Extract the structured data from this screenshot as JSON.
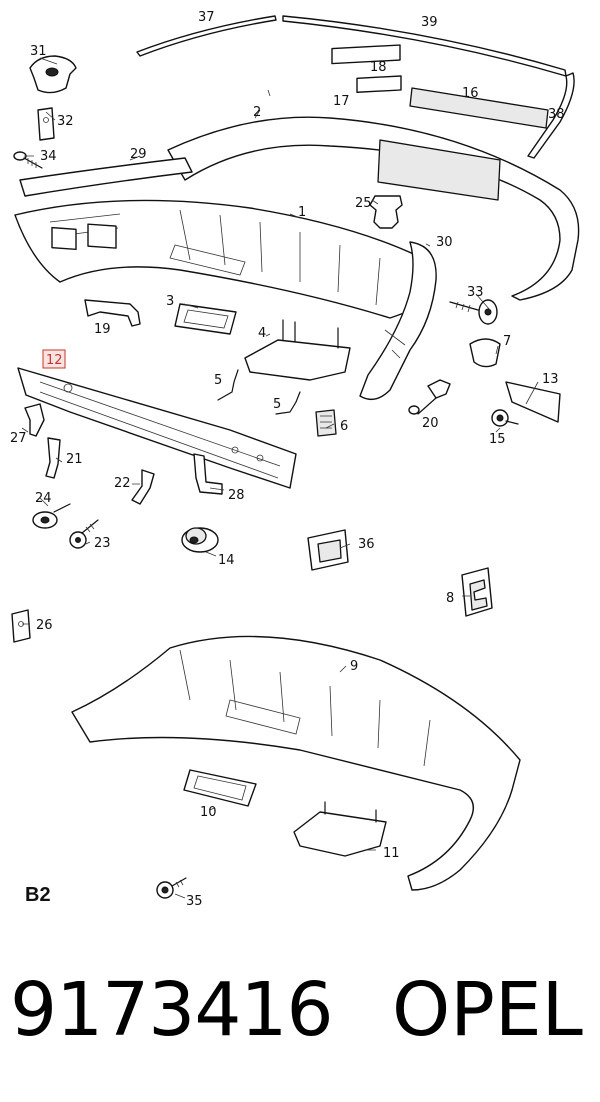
{
  "callouts": {
    "c1": "1",
    "c2": "2",
    "c3": "3",
    "c4": "4",
    "c5a": "5",
    "c5b": "5",
    "c6": "6",
    "c7": "7",
    "c8": "8",
    "c9": "9",
    "c10": "10",
    "c11": "11",
    "c12": "12",
    "c13": "13",
    "c14": "14",
    "c15": "15",
    "c16": "16",
    "c17": "17",
    "c18": "18",
    "c19": "19",
    "c20": "20",
    "c21": "21",
    "c22": "22",
    "c23": "23",
    "c24": "24",
    "c25": "25",
    "c26": "26",
    "c27": "27",
    "c28": "28",
    "c29": "29",
    "c30": "30",
    "c31": "31",
    "c32": "32",
    "c33": "33",
    "c34": "34",
    "c35": "35",
    "c36": "36",
    "c37": "37",
    "c38": "38",
    "c39": "39"
  },
  "highlighted_callout": "12",
  "highlight_color": "#c0392b",
  "section_label": "B2",
  "footer": {
    "part_number": "9173416",
    "brand": "OPEL"
  }
}
